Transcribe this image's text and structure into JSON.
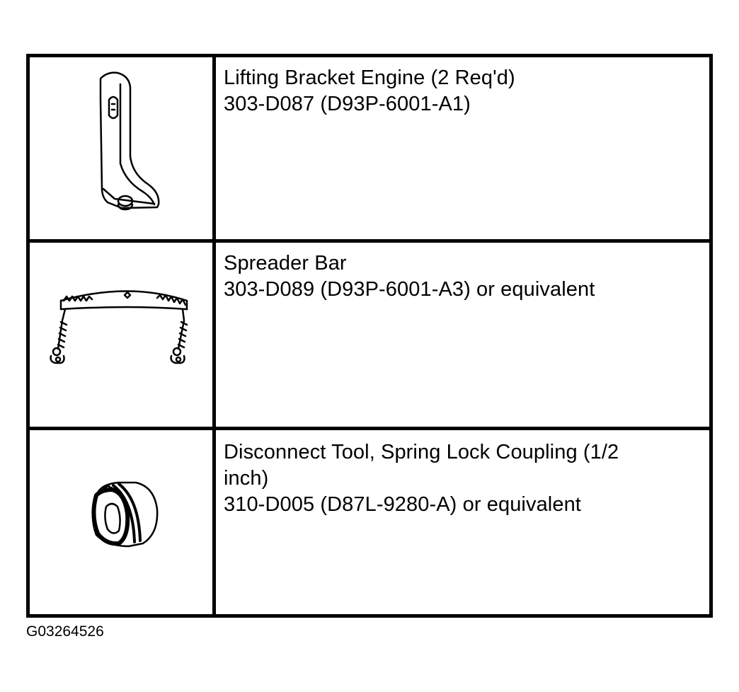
{
  "figure_id": "G03264526",
  "tools": [
    {
      "icon": "lifting-bracket-icon",
      "lines": [
        "Lifting Bracket Engine (2 Req'd)",
        "303-D087 (D93P-6001-A1)"
      ]
    },
    {
      "icon": "spreader-bar-icon",
      "lines": [
        "Spreader Bar",
        "303-D089 (D93P-6001-A3) or equivalent"
      ]
    },
    {
      "icon": "disconnect-tool-icon",
      "lines": [
        "Disconnect Tool, Spring Lock Coupling (1/2",
        "inch)",
        "310-D005 (D87L-9280-A) or equivalent"
      ]
    }
  ]
}
